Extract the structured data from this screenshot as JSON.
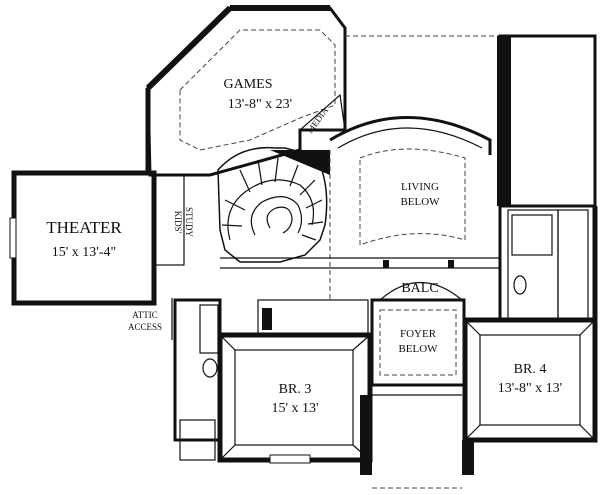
{
  "rooms": {
    "games": {
      "name": "GAMES",
      "size": "13'-8\" x 23'"
    },
    "theater": {
      "name": "THEATER",
      "size": "15' x 13'-4\""
    },
    "living": {
      "line1": "LIVING",
      "line2": "BELOW"
    },
    "balc": {
      "name": "BALC"
    },
    "foyer": {
      "line1": "FOYER",
      "line2": "BELOW"
    },
    "br3": {
      "name": "BR. 3",
      "size": "15' x 13'"
    },
    "br4": {
      "name": "BR. 4",
      "size": "13'-8\" x 13'"
    },
    "media": {
      "name": "MEDIA"
    },
    "kids_study": {
      "line1": "KIDS'",
      "line2": "STUDY"
    },
    "attic": {
      "line1": "ATTIC",
      "line2": "ACCESS"
    }
  },
  "colors": {
    "wall": "#111111",
    "background": "#ffffff"
  }
}
